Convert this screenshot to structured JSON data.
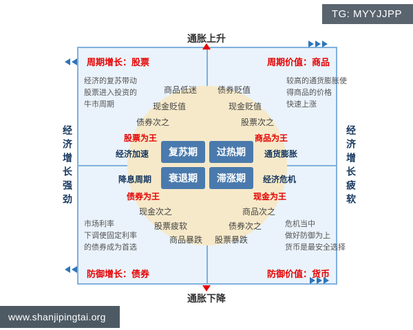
{
  "badges": {
    "tg": "TG: MYYJJPP",
    "site": "www.shanjipingtai.org"
  },
  "axes": {
    "top": "通胀上升",
    "bottom": "通胀下降",
    "left": "经济增长强劲",
    "right": "经济增长疲软"
  },
  "center": {
    "recovery": "复苏期",
    "overheat": "过热期",
    "recession": "衰退期",
    "stagflation": "滞涨期"
  },
  "quadrants": {
    "top_left": {
      "title": "周期增长：股票",
      "note": "经济的复苏带动\n股票进入投资的\n牛市周期",
      "items": [
        "商品低迷",
        "现金贬值",
        "债券次之"
      ],
      "king": "股票为王",
      "state": "经济加速"
    },
    "top_right": {
      "title": "周期价值：商品",
      "note": "较高的通货膨胀使\n得商品的价格\n快速上涨",
      "items": [
        "债券贬值",
        "现金贬值",
        "股票次之"
      ],
      "king": "商品为王",
      "state": "通货膨胀"
    },
    "bottom_left": {
      "title": "防御增长：债券",
      "note": "市场利率\n下调使固定利率\n的债券成为首选",
      "items": [
        "现金次之",
        "股票疲软",
        "商品暴跌"
      ],
      "king": "债券为王",
      "state": "降息周期"
    },
    "bottom_right": {
      "title": "防御价值：货币",
      "note": "危机当中\n做好防御为上\n货币是最安全选择",
      "items": [
        "商品次之",
        "债券次之",
        "股票暴跌"
      ],
      "king": "现金为王",
      "state": "经济危机"
    }
  },
  "colors": {
    "accent_red": "#e60000",
    "line_blue": "#7fb0dd",
    "navy": "#17375e",
    "circle_cream": "#f6e9c9",
    "pill_blue": "#4a7aad",
    "badge_dark": "#5a646e"
  }
}
